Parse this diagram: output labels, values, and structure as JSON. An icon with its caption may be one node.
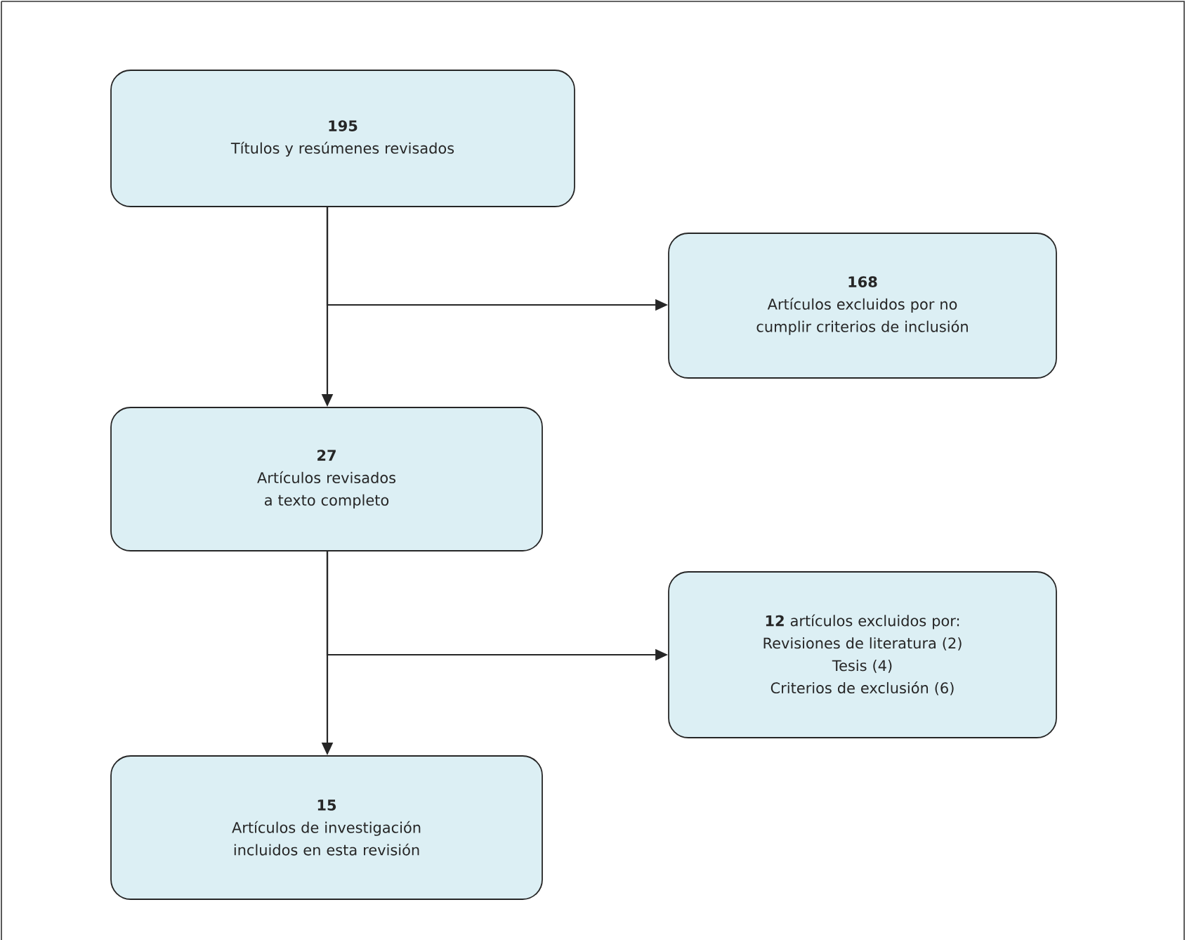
{
  "diagram": {
    "nodes": [
      {
        "text": [
          "195",
          "Títulos y resúmenes revisados"
        ]
      },
      {
        "text": [
          "168",
          "Artículos excluidos por no cumplir criterios de inclusión"
        ]
      },
      {
        "text": [
          "27",
          "Artículos revisados a texto completo"
        ]
      },
      {
        "text": [
          "**12** artículos excluidos por:",
          "Revisiones de literatura (2)",
          "Tesis (4)",
          "Criterios de exclusión (6)"
        ]
      },
      {
        "text": [
          "15",
          "Artículos de investigación incluidos en esta revisión"
        ]
      }
    ],
    "edges": [
      {
        "from": 0,
        "to": 2,
        "arrow": "to"
      },
      {
        "from": 0,
        "to": 1,
        "arrow": "to"
      },
      {
        "from": 2,
        "to": 4,
        "arrow": "to"
      },
      {
        "from": 2,
        "to": 3,
        "arrow": "to"
      }
    ]
  }
}
